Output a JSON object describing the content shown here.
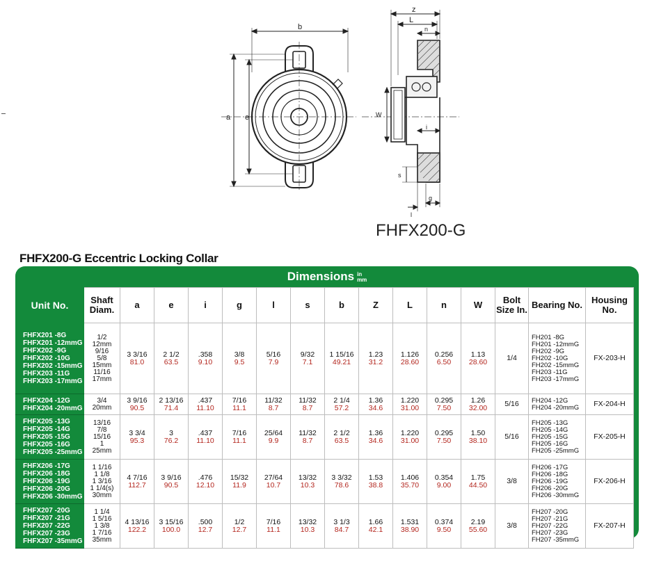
{
  "drawing": {
    "front_labels": {
      "b": "b",
      "a": "a",
      "e": "e"
    },
    "side_labels": {
      "z": "z",
      "L": "L",
      "n": "n",
      "w": "W",
      "i": "i",
      "s": "s",
      "g": "g",
      "l": "l"
    },
    "model_label": "FHFX200-G"
  },
  "section_title": "FHFX200-G Eccentric Locking Collar",
  "table": {
    "group_header": "Dimensions",
    "unit_top": "in",
    "unit_bottom": "mm",
    "headers": [
      "Unit No.",
      "Shaft Diam.",
      "a",
      "e",
      "i",
      "g",
      "l",
      "s",
      "b",
      "Z",
      "L",
      "n",
      "W",
      "Bolt Size In.",
      "Bearing No.",
      "Housing No."
    ],
    "rows": [
      {
        "units": [
          "FHFX201 -8G",
          "FHFX201 -12mmG",
          "FHFX202 -9G",
          "FHFX202 -10G",
          "FHFX202 -15mmG",
          "FHFX203 -11G",
          "FHFX203 -17mmG"
        ],
        "shaft": [
          "1/2",
          "12mm",
          "9/16",
          "5/8",
          "15mm",
          "11/16",
          "17mm"
        ],
        "dims": [
          [
            "3 3/16",
            "81.0"
          ],
          [
            "2 1/2",
            "63.5"
          ],
          [
            ".358",
            "9.10"
          ],
          [
            "3/8",
            "9.5"
          ],
          [
            "5/16",
            "7.9"
          ],
          [
            "9/32",
            "7.1"
          ],
          [
            "1 15/16",
            "49.21"
          ],
          [
            "1.23",
            "31.2"
          ],
          [
            "1.126",
            "28.60"
          ],
          [
            "0.256",
            "6.50"
          ],
          [
            "1.13",
            "28.60"
          ]
        ],
        "bolt": "1/4",
        "bearings": [
          "FH201 -8G",
          "FH201 -12mmG",
          "FH202 -9G",
          "FH202 -10G",
          "FH202 -15mmG",
          "FH203 -11G",
          "FH203 -17mmG"
        ],
        "housing": "FX-203-H"
      },
      {
        "units": [
          "FHFX204 -12G",
          "FHFX204 -20mmG"
        ],
        "shaft": [
          "3/4",
          "20mm"
        ],
        "dims": [
          [
            "3 9/16",
            "90.5"
          ],
          [
            "2 13/16",
            "71.4"
          ],
          [
            ".437",
            "11.10"
          ],
          [
            "7/16",
            "11.1"
          ],
          [
            "11/32",
            "8.7"
          ],
          [
            "11/32",
            "8.7"
          ],
          [
            "2 1/4",
            "57.2"
          ],
          [
            "1.36",
            "34.6"
          ],
          [
            "1.220",
            "31.00"
          ],
          [
            "0.295",
            "7.50"
          ],
          [
            "1.26",
            "32.00"
          ]
        ],
        "bolt": "5/16",
        "bearings": [
          "FH204 -12G",
          "FH204 -20mmG"
        ],
        "housing": "FX-204-H"
      },
      {
        "units": [
          "FHFX205 -13G",
          "FHFX205 -14G",
          "FHFX205 -15G",
          "FHFX205 -16G",
          "FHFX205 -25mmG"
        ],
        "shaft": [
          "13/16",
          "7/8",
          "15/16",
          "1",
          "25mm"
        ],
        "dims": [
          [
            "3 3/4",
            "95.3"
          ],
          [
            "3",
            "76.2"
          ],
          [
            ".437",
            "11.10"
          ],
          [
            "7/16",
            "11.1"
          ],
          [
            "25/64",
            "9.9"
          ],
          [
            "11/32",
            "8.7"
          ],
          [
            "2 1/2",
            "63.5"
          ],
          [
            "1.36",
            "34.6"
          ],
          [
            "1.220",
            "31.00"
          ],
          [
            "0.295",
            "7.50"
          ],
          [
            "1.50",
            "38.10"
          ]
        ],
        "bolt": "5/16",
        "bearings": [
          "FH205 -13G",
          "FH205 -14G",
          "FH205 -15G",
          "FH205 -16G",
          "FH205 -25mmG"
        ],
        "housing": "FX-205-H"
      },
      {
        "units": [
          "FHFX206 -17G",
          "FHFX206 -18G",
          "FHFX206 -19G",
          "FHFX206 -20G",
          "FHFX206 -30mmG"
        ],
        "shaft": [
          "1 1/16",
          "1 1/8",
          "1 3/16",
          "1 1/4(s)",
          "30mm"
        ],
        "dims": [
          [
            "4 7/16",
            "112.7"
          ],
          [
            "3 9/16",
            "90.5"
          ],
          [
            ".476",
            "12.10"
          ],
          [
            "15/32",
            "11.9"
          ],
          [
            "27/64",
            "10.7"
          ],
          [
            "13/32",
            "10.3"
          ],
          [
            "3 3/32",
            "78.6"
          ],
          [
            "1.53",
            "38.8"
          ],
          [
            "1.406",
            "35.70"
          ],
          [
            "0.354",
            "9.00"
          ],
          [
            "1.75",
            "44.50"
          ]
        ],
        "bolt": "3/8",
        "bearings": [
          "FH206 -17G",
          "FH206 -18G",
          "FH206 -19G",
          "FH206 -20G",
          "FH206 -30mmG"
        ],
        "housing": "FX-206-H"
      },
      {
        "units": [
          "FHFX207 -20G",
          "FHFX207 -21G",
          "FHFX207 -22G",
          "FHFX207 -23G",
          "FHFX207 -35mmG"
        ],
        "shaft": [
          "1 1/4",
          "1 5/16",
          "1 3/8",
          "1 7/16",
          "35mm"
        ],
        "dims": [
          [
            "4 13/16",
            "122.2"
          ],
          [
            "3 15/16",
            "100.0"
          ],
          [
            ".500",
            "12.7"
          ],
          [
            "1/2",
            "12.7"
          ],
          [
            "7/16",
            "11.1"
          ],
          [
            "13/32",
            "10.3"
          ],
          [
            "3 1/3",
            "84.7"
          ],
          [
            "1.66",
            "42.1"
          ],
          [
            "1.531",
            "38.90"
          ],
          [
            "0.374",
            "9.50"
          ],
          [
            "2.19",
            "55.60"
          ]
        ],
        "bolt": "3/8",
        "bearings": [
          "FH207 -20G",
          "FH207 -21G",
          "FH207 -22G",
          "FH207 -23G",
          "FH207 -35mmG"
        ],
        "housing": "FX-207-H"
      }
    ]
  }
}
